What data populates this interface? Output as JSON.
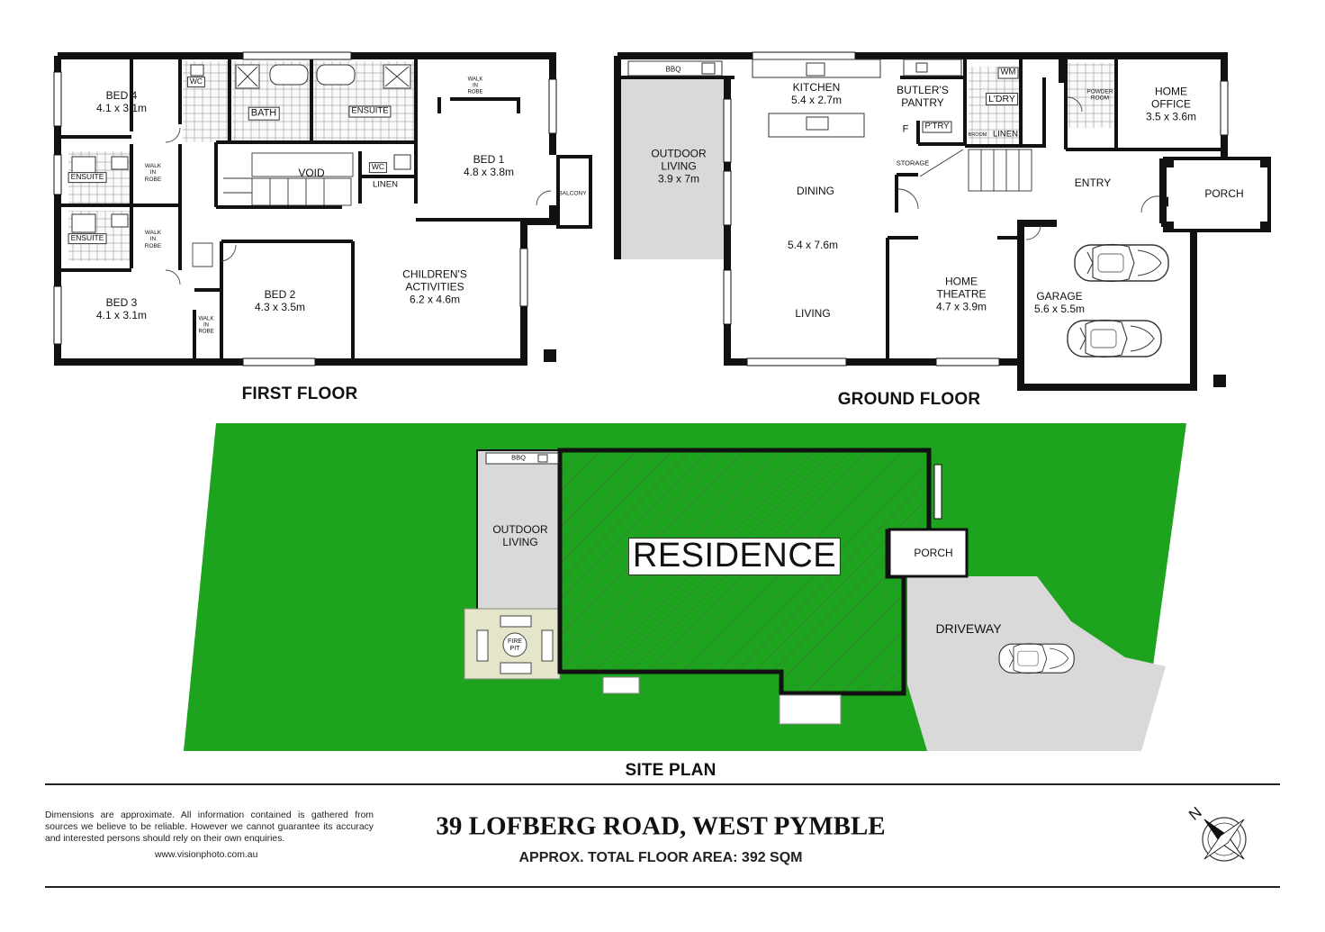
{
  "address": "39 LOFBERG ROAD, WEST PYMBLE",
  "total_area": "APPROX. TOTAL FLOOR AREA: 392 SQM",
  "disclaimer": "Dimensions are approximate. All information contained is gathered from sources we believe to be reliable. However we cannot guarantee its accuracy and interested persons should rely on their own enquiries.",
  "website": "www.visionphoto.com.au",
  "compass": {
    "label": "N",
    "icon": "north-arrow-icon"
  },
  "colors": {
    "lawn": "#1ea31e",
    "paving": "#d9d9d9",
    "firepit_area": "#e5e5c9",
    "walls": "#111111"
  },
  "first_floor": {
    "title": "FIRST FLOOR",
    "bed4": {
      "name": "BED 4",
      "dims": "4.1 x 3.1m"
    },
    "bed3": {
      "name": "BED 3",
      "dims": "4.1 x 3.1m"
    },
    "bed2": {
      "name": "BED 2",
      "dims": "4.3 x 3.5m"
    },
    "bed1": {
      "name": "BED 1",
      "dims": "4.8 x 3.8m"
    },
    "children": {
      "name": "CHILDREN'S\nACTIVITIES",
      "dims": "6.2 x 4.6m"
    },
    "ensuite_a": "ENSUITE",
    "ensuite_b": "ENSUITE",
    "ensuite_c": "ENSUITE",
    "walk_in_robe": "WALK\nIN\nROBE",
    "walk_in_robe_b": "WALK\nIN\nROBE",
    "walk_in_robe_c": "WALK\nIN\nROBE",
    "walk_in_robe_d": "WALK\nIN\nROBE",
    "wc_a": "WC",
    "wc_b": "WC",
    "bath": "BATH",
    "void": "VOID",
    "linen": "LINEN",
    "balcony": "BALCONY"
  },
  "ground_floor": {
    "title": "GROUND FLOOR",
    "outdoor": {
      "name": "OUTDOOR\nLIVING",
      "dims": "3.9 x 7m"
    },
    "bbq": "BBQ",
    "kitchen": {
      "name": "KITCHEN",
      "dims": "5.4 x 2.7m"
    },
    "butlers": "BUTLER'S\nPANTRY",
    "fridge": "F",
    "ptry": "P'TRY",
    "wm": "WM",
    "ldry": "L'DRY",
    "broom": "BROOM",
    "linen": "LINEN",
    "powder": "POWDER\nROOM",
    "office": {
      "name": "HOME\nOFFICE",
      "dims": "3.5 x 3.6m"
    },
    "storage": "STORAGE",
    "dining": "DINING",
    "living_dims": "5.4 x 7.6m",
    "living": "LIVING",
    "entry": "ENTRY",
    "porch": "PORCH",
    "theatre": {
      "name": "HOME\nTHEATRE",
      "dims": "4.7 x 3.9m"
    },
    "garage": {
      "name": "GARAGE",
      "dims": "5.6 x 5.5m"
    }
  },
  "site_plan": {
    "title": "SITE PLAN",
    "residence": "RESIDENCE",
    "outdoor": "OUTDOOR\nLIVING",
    "bbq": "BBQ",
    "fire_pit": "FIRE\nPIT",
    "porch": "PORCH",
    "driveway": "DRIVEWAY"
  }
}
